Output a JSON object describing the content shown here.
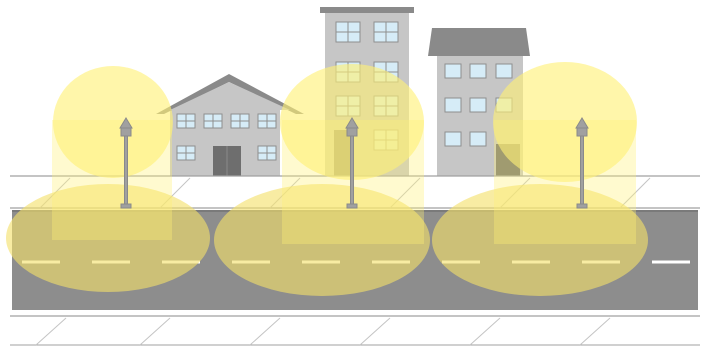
{
  "colors": {
    "background": "#ffffff",
    "building_light": "#c6c6c6",
    "building_mid": "#b7b7b7",
    "roof": "#8a8a8a",
    "window": "#d6ecf7",
    "window_frame": "#8e8e8e",
    "door": "#6e6e6e",
    "road": "#8d8d8d",
    "road_dash": "#ffffff",
    "curb_line": "#9a9a9a",
    "sidewalk_hatch": "#bdbdbd",
    "lamp": "#a0a0a0",
    "light_glow": "#fff176",
    "light_glow_on_road": "#e9d870"
  },
  "scene": {
    "buildings": [
      {
        "name": "house",
        "kind": "gabled-house"
      },
      {
        "name": "tall-building",
        "kind": "apartment-block"
      },
      {
        "name": "medium-building",
        "kind": "apartment-block"
      }
    ],
    "street_lamps": [
      "lamp-left",
      "lamp-center",
      "lamp-right"
    ],
    "light_cones": [
      "cone-left",
      "cone-center",
      "cone-right"
    ]
  }
}
